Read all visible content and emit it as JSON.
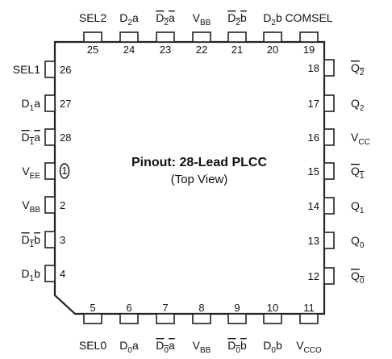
{
  "title": "Pinout: 28-Lead PLCC",
  "subtitle": "(Top View)",
  "pins": {
    "top": [
      {
        "num": "25",
        "label": "SEL2",
        "overbar": false
      },
      {
        "num": "24",
        "label": "D2a",
        "overbar": false
      },
      {
        "num": "23",
        "label": "D2a",
        "overbar": true
      },
      {
        "num": "22",
        "label": "VBB",
        "overbar": false
      },
      {
        "num": "21",
        "label": "D2b",
        "overbar": true
      },
      {
        "num": "20",
        "label": "D2b",
        "overbar": false
      },
      {
        "num": "19",
        "label": "COMSEL",
        "overbar": false
      }
    ],
    "left": [
      {
        "num": "26",
        "label": "SEL1",
        "overbar": false
      },
      {
        "num": "27",
        "label": "D1a",
        "overbar": false
      },
      {
        "num": "28",
        "label": "D1a",
        "overbar": true
      },
      {
        "num": "1",
        "label": "VEE",
        "overbar": false
      },
      {
        "num": "2",
        "label": "VBB",
        "overbar": false
      },
      {
        "num": "3",
        "label": "D1b",
        "overbar": true
      },
      {
        "num": "4",
        "label": "D1b",
        "overbar": false
      }
    ],
    "right": [
      {
        "num": "18",
        "label": "Q2",
        "overbar": true
      },
      {
        "num": "17",
        "label": "Q2",
        "overbar": false
      },
      {
        "num": "16",
        "label": "VCC",
        "overbar": false
      },
      {
        "num": "15",
        "label": "Q1",
        "overbar": true
      },
      {
        "num": "14",
        "label": "Q1",
        "overbar": false
      },
      {
        "num": "13",
        "label": "Q0",
        "overbar": false
      },
      {
        "num": "12",
        "label": "Q0",
        "overbar": true
      }
    ],
    "bottom": [
      {
        "num": "5",
        "label": "SEL0",
        "overbar": false
      },
      {
        "num": "6",
        "label": "D0a",
        "overbar": false
      },
      {
        "num": "7",
        "label": "D0a",
        "overbar": true
      },
      {
        "num": "8",
        "label": "VBB",
        "overbar": false
      },
      {
        "num": "9",
        "label": "D0b",
        "overbar": true
      },
      {
        "num": "10",
        "label": "D0b",
        "overbar": false
      },
      {
        "num": "11",
        "label": "VCCO",
        "overbar": false
      }
    ]
  }
}
